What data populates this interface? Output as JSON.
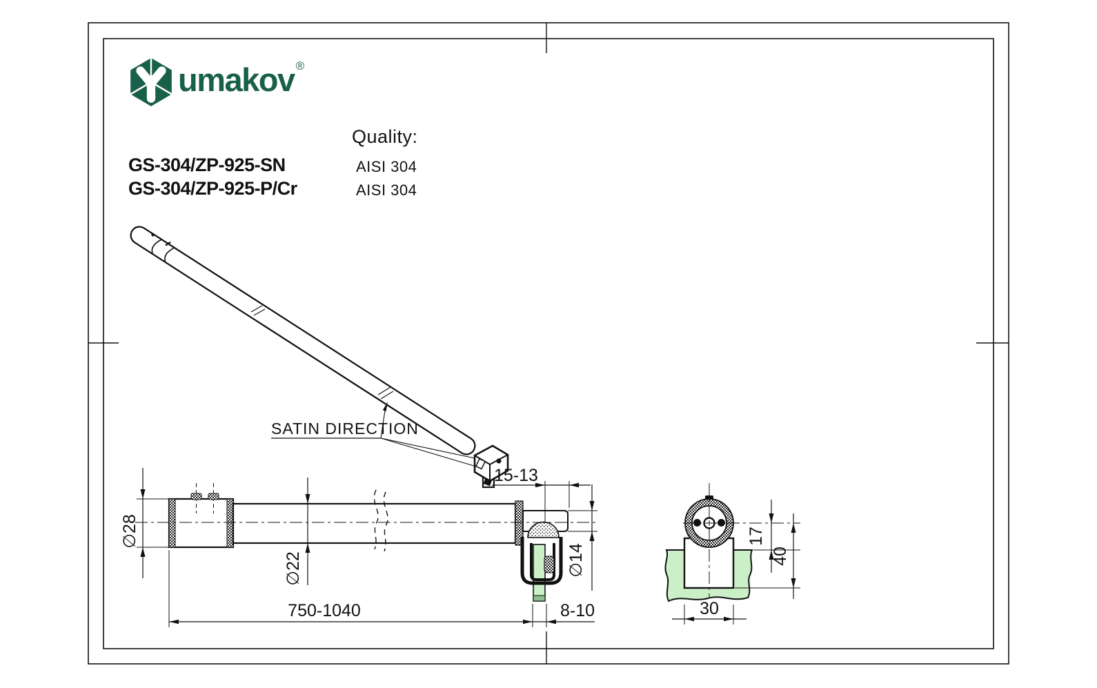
{
  "sheet": {
    "bg": "#FFFFFF"
  },
  "brand": {
    "name": "umakov",
    "registered": "®"
  },
  "header": {
    "quality_label": "Quality:",
    "products": [
      {
        "code": "GS-304/ZP-925-SN",
        "quality": "AISI 304"
      },
      {
        "code": "GS-304/ZP-925-P/Cr",
        "quality": "AISI 304"
      }
    ]
  },
  "iso_view": {
    "satin_label": "SATIN DIRECTION"
  },
  "side_view": {
    "dia_28": "∅28",
    "dia_22": "∅22",
    "dia_14": "∅14",
    "length_range": "750-1040",
    "glass_thickness": "8-10",
    "stub_range": "15-13"
  },
  "section_view": {
    "center_to_glass": "17",
    "overall_height": "40",
    "clamp_width": "30"
  },
  "colors": {
    "line": "#111111",
    "glass_green": "#CBF0C8",
    "glass_green_dark": "#8FBF8E",
    "logo_green": "#19604B"
  }
}
